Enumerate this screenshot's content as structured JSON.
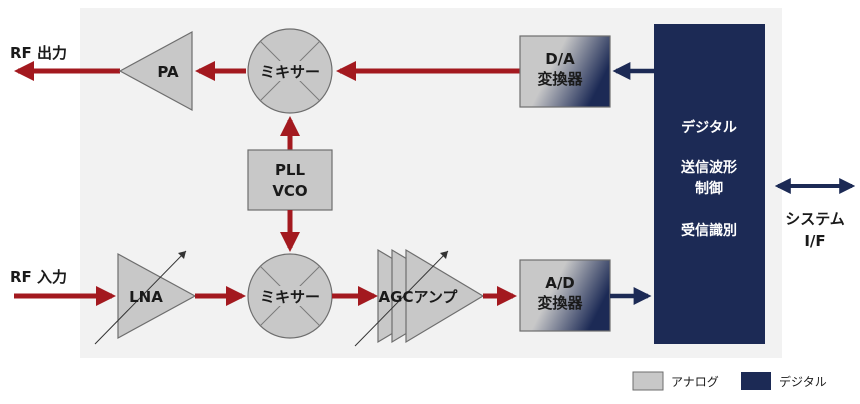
{
  "colors": {
    "background_panel": "#f2f2f2",
    "analog_block": "#c8c8c8",
    "digital_block": "#1c2a55",
    "analog_signal": "#a3191f",
    "digital_signal": "#1c2a55"
  },
  "labels": {
    "rf_out": "RF 出力",
    "rf_in": "RF 入力",
    "pa": "PA",
    "lna": "LNA",
    "mixer_top": "ミキサー",
    "mixer_bottom": "ミキサー",
    "pll_line1": "PLL",
    "pll_line2": "VCO",
    "agc": "AGCアンプ",
    "da_line1": "D/A",
    "da_line2": "変換器",
    "ad_line1": "A/D",
    "ad_line2": "変換器",
    "digital_line1": "デジタル",
    "digital_line2": "送信波形",
    "digital_line3": "制御",
    "digital_line4": "受信識別",
    "system_line1": "システム",
    "system_line2": "I/F"
  },
  "legend": {
    "analog": "アナログ",
    "digital": "デジタル"
  }
}
